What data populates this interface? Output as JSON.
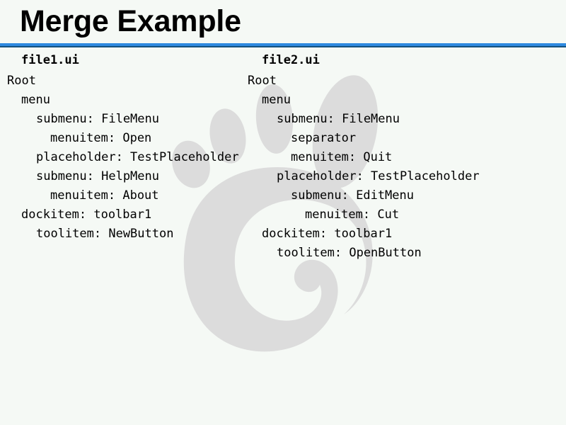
{
  "slide": {
    "title": "Merge Example",
    "background_color": "#f5f9f5",
    "title_color": "#000000",
    "rule_color_light": "#2f8ae0",
    "rule_color_dark": "#15527f",
    "watermark_color": "#dcdcdc",
    "watermark_name": "gnome-foot-logo"
  },
  "columns": [
    {
      "heading": "file1.ui",
      "rows": [
        {
          "label": "Root",
          "depth": 0
        },
        {
          "label": "menu",
          "depth": 1
        },
        {
          "label": "submenu: FileMenu",
          "depth": 2
        },
        {
          "label": "menuitem: Open",
          "depth": 3
        },
        {
          "label": "placeholder: TestPlaceholder",
          "depth": 2
        },
        {
          "label": "submenu: HelpMenu",
          "depth": 2
        },
        {
          "label": "menuitem: About",
          "depth": 3
        },
        {
          "label": "dockitem: toolbar1",
          "depth": 1
        },
        {
          "label": "toolitem: NewButton",
          "depth": 2
        }
      ]
    },
    {
      "heading": "file2.ui",
      "rows": [
        {
          "label": "Root",
          "depth": 0
        },
        {
          "label": "menu",
          "depth": 1
        },
        {
          "label": "submenu: FileMenu",
          "depth": 2
        },
        {
          "label": "separator",
          "depth": 3
        },
        {
          "label": "menuitem: Quit",
          "depth": 3
        },
        {
          "label": "placeholder: TestPlaceholder",
          "depth": 2
        },
        {
          "label": "submenu: EditMenu",
          "depth": 3
        },
        {
          "label": "menuitem: Cut",
          "depth": 4
        },
        {
          "label": "dockitem: toolbar1",
          "depth": 1
        },
        {
          "label": "toolitem: OpenButton",
          "depth": 2
        }
      ]
    }
  ]
}
